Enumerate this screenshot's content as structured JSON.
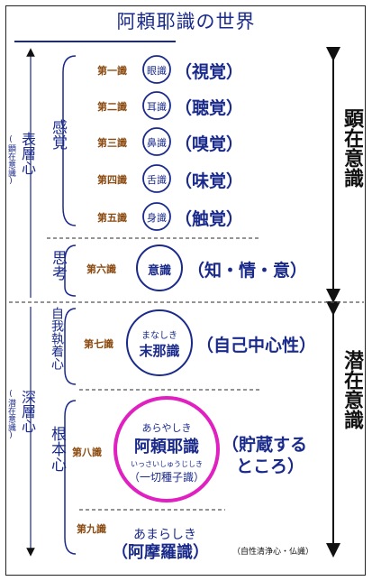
{
  "title": "阿頼耶識の世界",
  "left": {
    "surface_mind": "表層心",
    "surface_note": "(顕在意識)",
    "deep_mind": "深層心",
    "deep_note": "(潜在意識)"
  },
  "groups": {
    "sense": "感覚",
    "thought": "思考",
    "self_attachment": "自我執着心",
    "root": "根本心"
  },
  "senses": [
    {
      "label": "第一識",
      "circle": "眼識",
      "desc": "（視覚）"
    },
    {
      "label": "第二識",
      "circle": "耳識",
      "desc": "（聴覚）"
    },
    {
      "label": "第三識",
      "circle": "鼻識",
      "desc": "（嗅覚）"
    },
    {
      "label": "第四識",
      "circle": "舌識",
      "desc": "（味覚）"
    },
    {
      "label": "第五識",
      "circle": "身識",
      "desc": "（触覚）"
    }
  ],
  "sixth": {
    "label": "第六識",
    "circle": "意識",
    "desc": "（知・情・意）"
  },
  "seventh": {
    "label": "第七識",
    "reading": "まなしき",
    "circle": "末那識",
    "desc": "（自己中心性）"
  },
  "eighth": {
    "label": "第八識",
    "reading": "あらやしき",
    "name": "阿頼耶識",
    "sub_reading": "いっさいしゅうじしき",
    "sub": "（一切種子識）",
    "desc_line1": "（貯蔵する",
    "desc_line2": "ところ）"
  },
  "ninth": {
    "label": "第九識",
    "reading": "あまらしき",
    "name": "（阿摩羅識）",
    "note": "（自性清浄心・仏識）"
  },
  "right": {
    "manifest": "顕在意識",
    "latent": "潜在意識"
  },
  "colors": {
    "navy": "#1a2a8a",
    "brown": "#8a4a10",
    "magenta": "#e020c0"
  }
}
